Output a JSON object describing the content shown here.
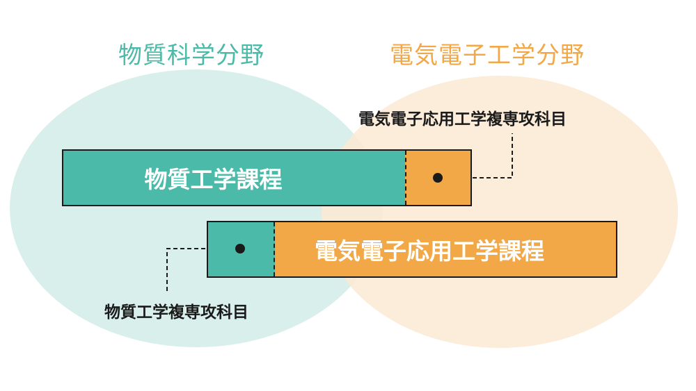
{
  "fields": {
    "left_title": "物質科学分野",
    "right_title": "電気電子工学分野"
  },
  "programs": {
    "top_label": "物質工学課程",
    "bottom_label": "電気電子応用工学課程"
  },
  "callouts": {
    "top": "電気電子応用工学複専攻科目",
    "bottom": "物質工学複専攻科目"
  },
  "colors": {
    "teal": "#4bbaa8",
    "orange": "#f2a847",
    "teal_bg": "#d9efeb",
    "orange_bg": "#fbe9d3"
  }
}
